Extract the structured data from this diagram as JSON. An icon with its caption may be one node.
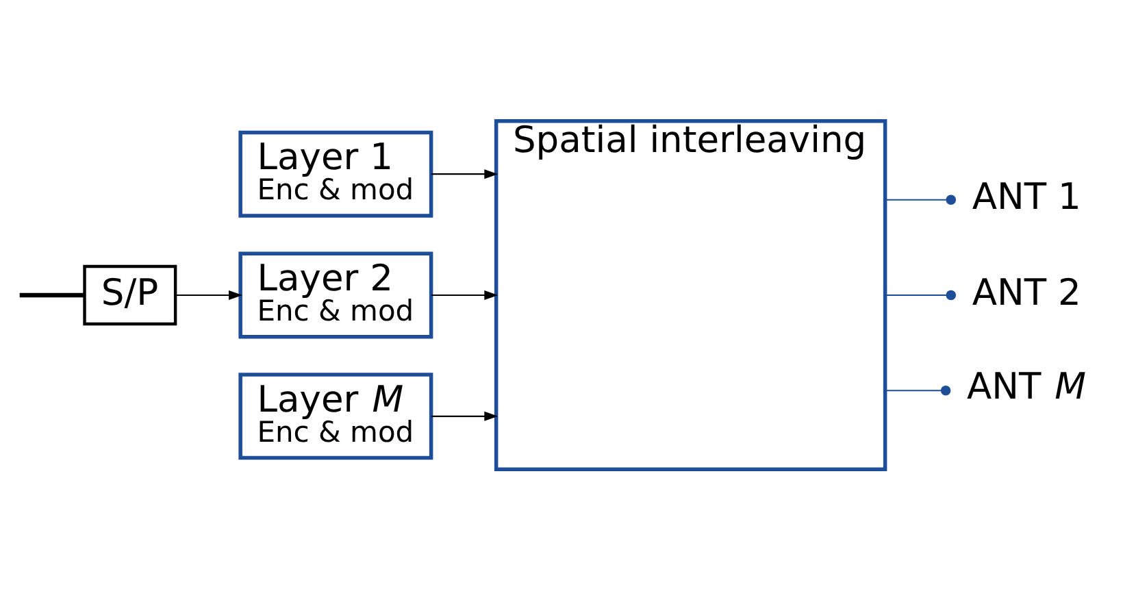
{
  "diagram": {
    "nodes": [
      {
        "text": [
          "S/P"
        ]
      },
      {
        "text": [
          "Layer 1",
          "Enc & mod"
        ]
      },
      {
        "text": [
          "Layer 2",
          "Enc & mod"
        ]
      },
      {
        "text": [
          "Layer *M*",
          "Enc & mod"
        ]
      },
      {
        "text": [
          "Spatial interleaving"
        ]
      },
      {
        "text": [
          "ANT 1"
        ]
      },
      {
        "text": [
          "ANT 2"
        ]
      },
      {
        "text": [
          "ANT *M*"
        ]
      }
    ],
    "edges": [
      {
        "from": null,
        "to": 0,
        "arrow": "none",
        "style": "thick"
      },
      {
        "from": 0,
        "to": 2,
        "arrow": "to"
      },
      {
        "from": 1,
        "to": 4,
        "arrow": "to"
      },
      {
        "from": 2,
        "to": 4,
        "arrow": "to"
      },
      {
        "from": 3,
        "to": 4,
        "arrow": "to"
      },
      {
        "from": 4,
        "to": 5,
        "arrow": "other",
        "color": "#1f4e99"
      },
      {
        "from": 4,
        "to": 6,
        "arrow": "other",
        "color": "#1f4e99"
      },
      {
        "from": 4,
        "to": 7,
        "arrow": "other",
        "color": "#1f4e99"
      }
    ]
  }
}
